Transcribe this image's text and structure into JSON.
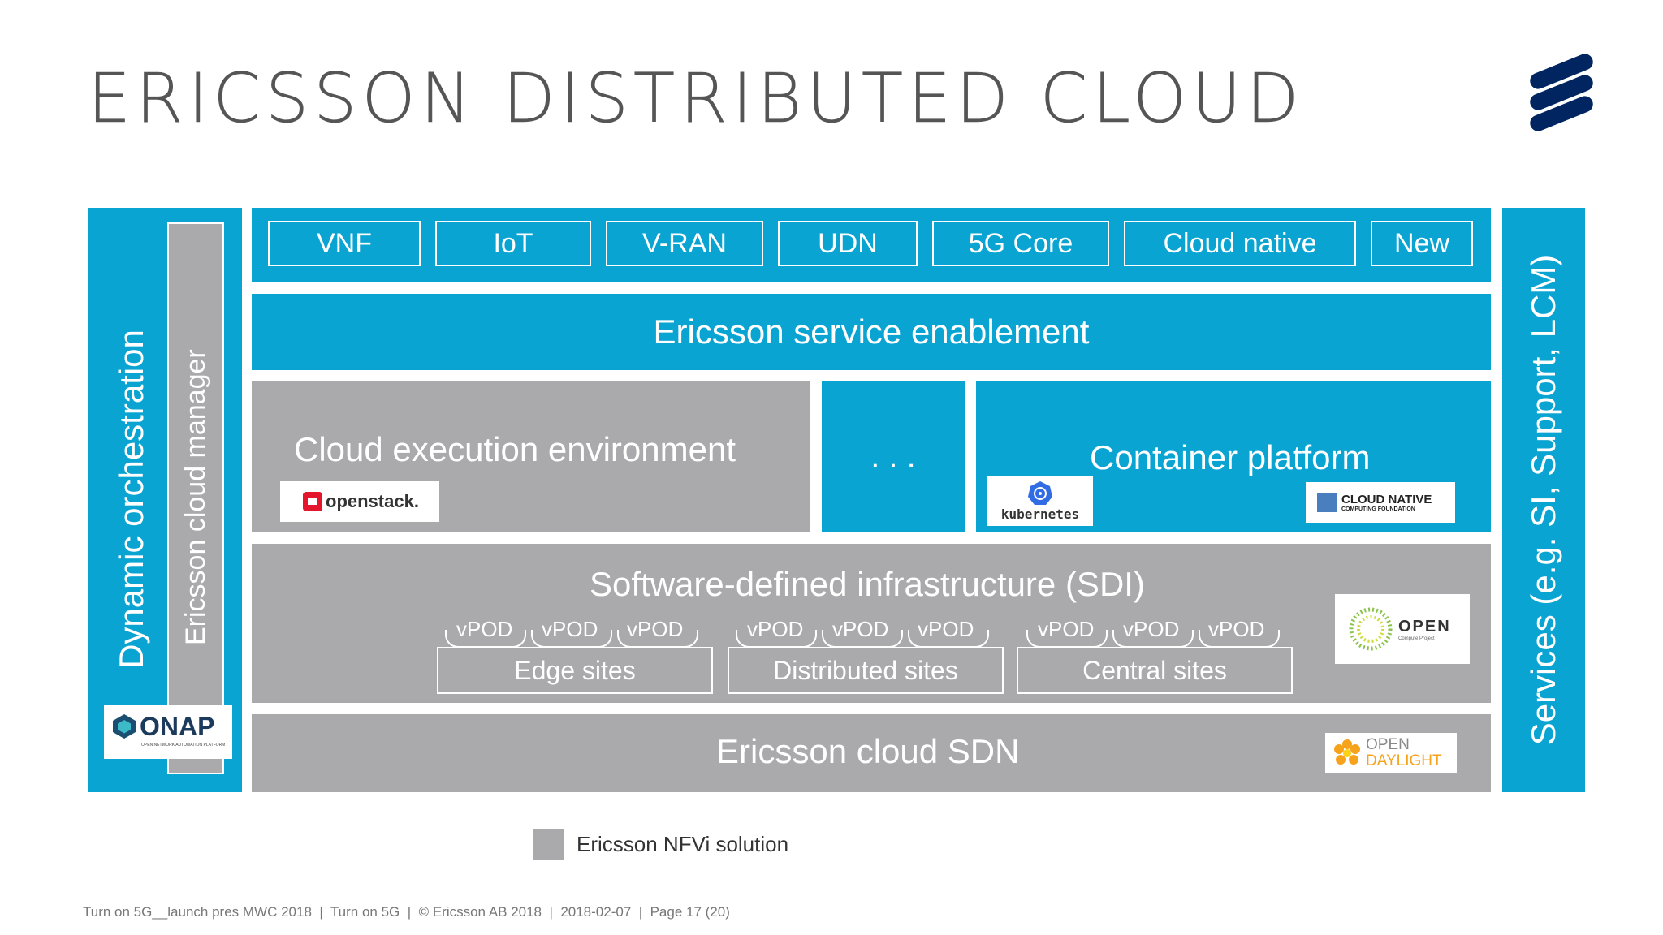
{
  "title": "ERICSSON DISTRIBUTED CLOUD",
  "left_bar": {
    "orchestration": "Dynamic orchestration",
    "cloud_manager": "Ericsson cloud manager",
    "onap_logo": "ONAP",
    "onap_sub": "OPEN NETWORK AUTOMATION PLATFORM"
  },
  "right_bar": {
    "services": "Services (e.g. SI, Support, LCM)"
  },
  "applications": [
    "VNF",
    "IoT",
    "V-RAN",
    "UDN",
    "5G Core",
    "Cloud native",
    "New"
  ],
  "service_enablement": "Ericsson service enablement",
  "cloud_exec": {
    "label": "Cloud execution environment",
    "logo": "openstack."
  },
  "ellipsis": ". . .",
  "container": {
    "label": "Container platform",
    "k8s_logo": "kubernetes",
    "cncf_logo": "CLOUD NATIVE",
    "cncf_sub": "COMPUTING FOUNDATION"
  },
  "sdi": {
    "label": "Software-defined infrastructure (SDI)",
    "vpod": "vPOD",
    "sites": [
      "Edge sites",
      "Distributed sites",
      "Central sites"
    ],
    "ocp_logo": "OPEN",
    "ocp_sub": "Compute Project"
  },
  "sdn": {
    "label": "Ericsson cloud SDN",
    "odl_line1": "OPEN",
    "odl_line2": "DAYLIGHT"
  },
  "legend": {
    "label": "Ericsson NFVi solution",
    "color": "#aaaaad"
  },
  "footer": "Turn on 5G__launch pres MWC 2018  |  Turn on 5G  |  © Ericsson AB 2018  |  2018-02-07  |  Page 17 (20)",
  "colors": {
    "blue": "#0aa4d3",
    "grey": "#aaaaad",
    "brand": "#002561"
  }
}
